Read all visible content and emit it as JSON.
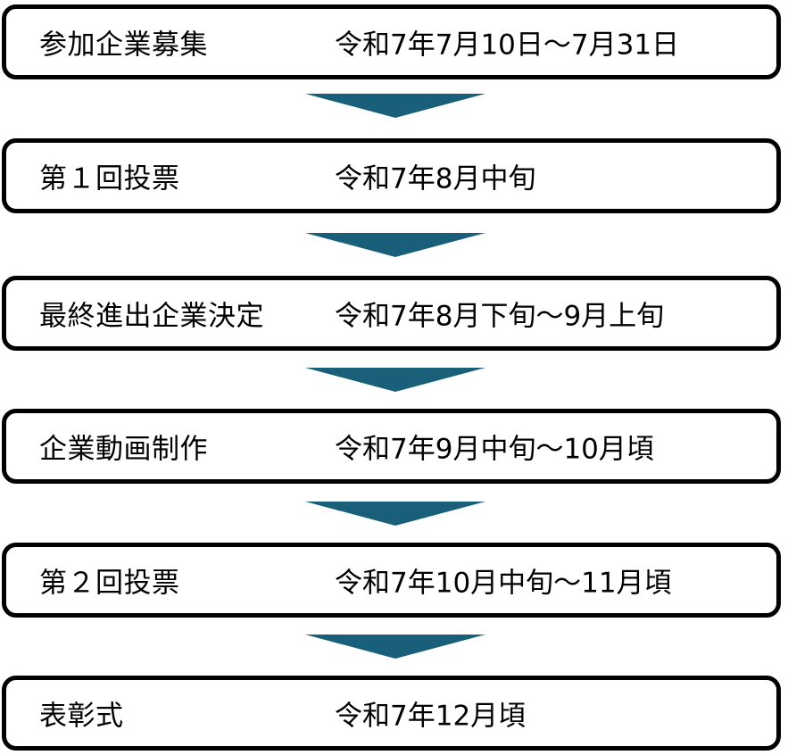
{
  "theme": {
    "arrow_color": "#1a5f7a",
    "border_color": "#000000"
  },
  "steps": [
    {
      "label": "参加企業募集",
      "date": "令和7年7月10日～7月31日"
    },
    {
      "label": "第１回投票",
      "date": "令和7年8月中旬"
    },
    {
      "label": "最終進出企業決定",
      "date": "令和7年8月下旬～9月上旬"
    },
    {
      "label": "企業動画制作",
      "date": "令和7年9月中旬～10月頃"
    },
    {
      "label": "第２回投票",
      "date": "令和7年10月中旬～11月頃"
    },
    {
      "label": "表彰式",
      "date": "令和7年12月頃"
    }
  ]
}
